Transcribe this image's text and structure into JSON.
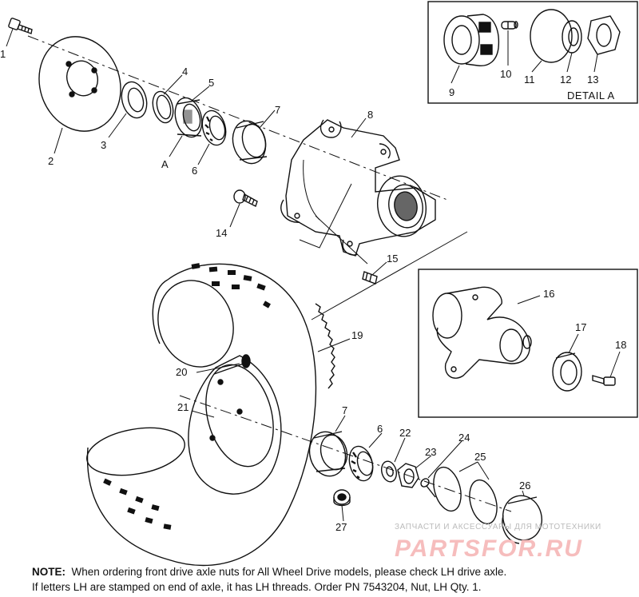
{
  "labels": {
    "p1": "1",
    "p2": "2",
    "p3": "3",
    "p4": "4",
    "p5": "5",
    "pA": "A",
    "p6": "6",
    "p7": "7",
    "p8": "8",
    "p9": "9",
    "p10": "10",
    "p11": "11",
    "p12": "12",
    "p13": "13",
    "p14": "14",
    "p15": "15",
    "p16": "16",
    "p17": "17",
    "p18": "18",
    "p19": "19",
    "p20": "20",
    "p21": "21",
    "p7b": "7",
    "p6b": "6",
    "p22": "22",
    "p23": "23",
    "p24": "24",
    "p25": "25",
    "p26": "26",
    "p27": "27"
  },
  "detail_title": "DETAIL A",
  "watermark": {
    "top": "ЗАПЧАСТИ И АКСЕССУАРЫ ДЛЯ МОТОТЕХНИКИ",
    "main": "PARTSFOR.RU"
  },
  "note": {
    "prefix": "NOTE:",
    "line1": "When ordering front drive axle nuts for All Wheel Drive models, please check LH drive axle.",
    "line2": "If letters LH are stamped on end of axle, it has LH threads.  Order PN 7543204, Nut, LH Qty. 1."
  }
}
